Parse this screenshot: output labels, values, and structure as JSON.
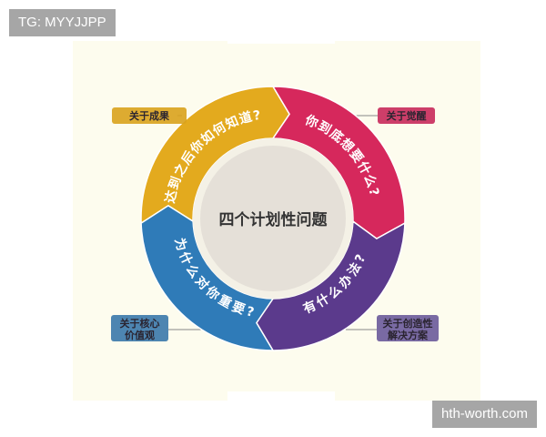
{
  "watermarks": {
    "top_left": "TG: MYYJJPP",
    "bottom_right": "hth-worth.com"
  },
  "center": {
    "title": "四个计划性问题"
  },
  "segments": [
    {
      "question": "达到之后你如何知道?",
      "label": [
        "关于成果"
      ],
      "color": "#e3aa1e",
      "label_color": "#d9a21c"
    },
    {
      "question": "你到底想要什么?",
      "label": [
        "关于觉醒"
      ],
      "color": "#d6285c",
      "label_color": "#c8295a"
    },
    {
      "question": "有什么办法?",
      "label": [
        "关于创造性",
        "解决方案"
      ],
      "color": "#5b3a8c",
      "label_color": "#6a5a9a"
    },
    {
      "question": "为什么对你重要?",
      "label": [
        "关于核心",
        "价值观"
      ],
      "color": "#2f7bb8",
      "label_color": "#3a78aa"
    }
  ]
}
